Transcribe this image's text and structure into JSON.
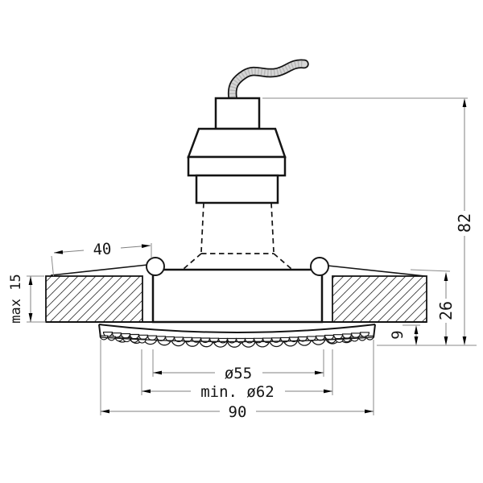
{
  "drawing": {
    "dimensions": {
      "clip_width": "40",
      "ceiling_thickness": "max 15",
      "overall_height": "82",
      "recessed_height": "26",
      "trim_protrusion": "9",
      "body_diameter": "ø55",
      "cutout_diameter": "min. ø62",
      "outer_diameter": "90"
    },
    "colors": {
      "outline": "#141414",
      "dimension_line": "#808080",
      "arrow": "#000000",
      "cable_fill": "#d6d6d6",
      "background": "#ffffff"
    }
  }
}
